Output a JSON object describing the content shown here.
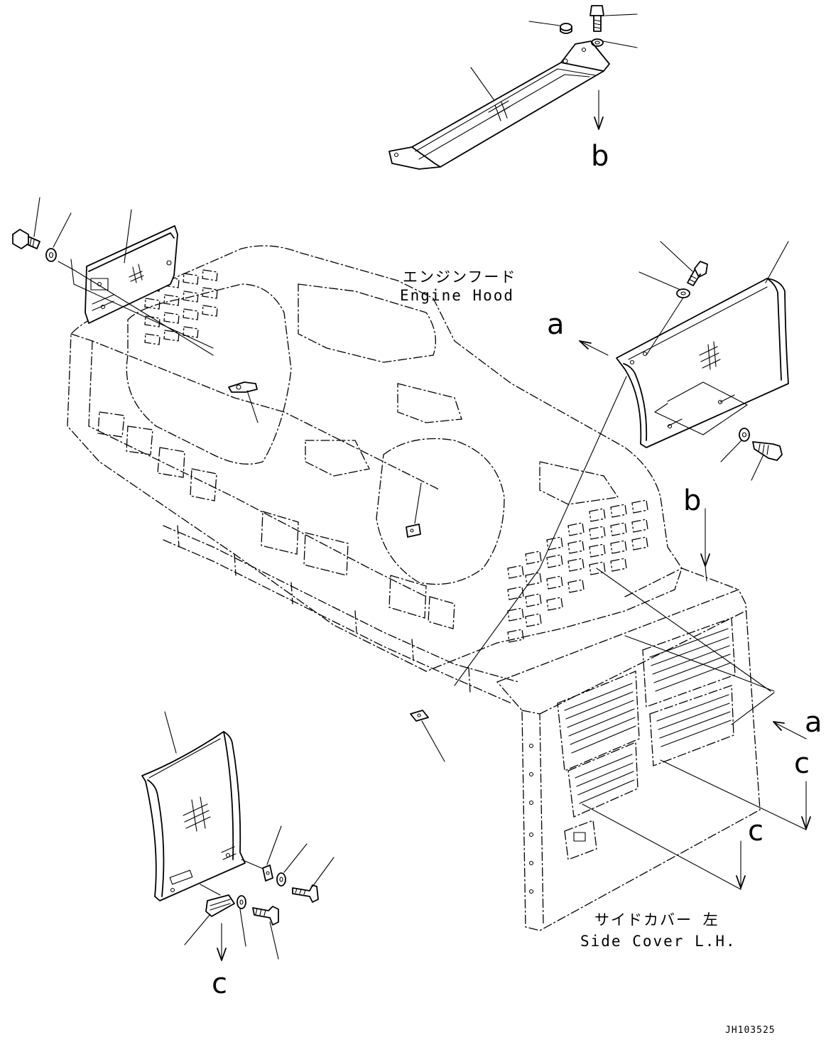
{
  "labels": {
    "engine_hood_jp": "エンジンフード",
    "engine_hood_en": "Engine Hood",
    "side_cover_jp": "サイドカバー 左",
    "side_cover_en": "Side Cover L.H.",
    "drawing_code": "JH103525"
  },
  "view_markers": {
    "a_top": "a",
    "a_right": "a",
    "b_top": "b",
    "b_right": "b",
    "c_bottom_left": "c",
    "c_right_top": "c",
    "c_right_bottom": "c"
  }
}
